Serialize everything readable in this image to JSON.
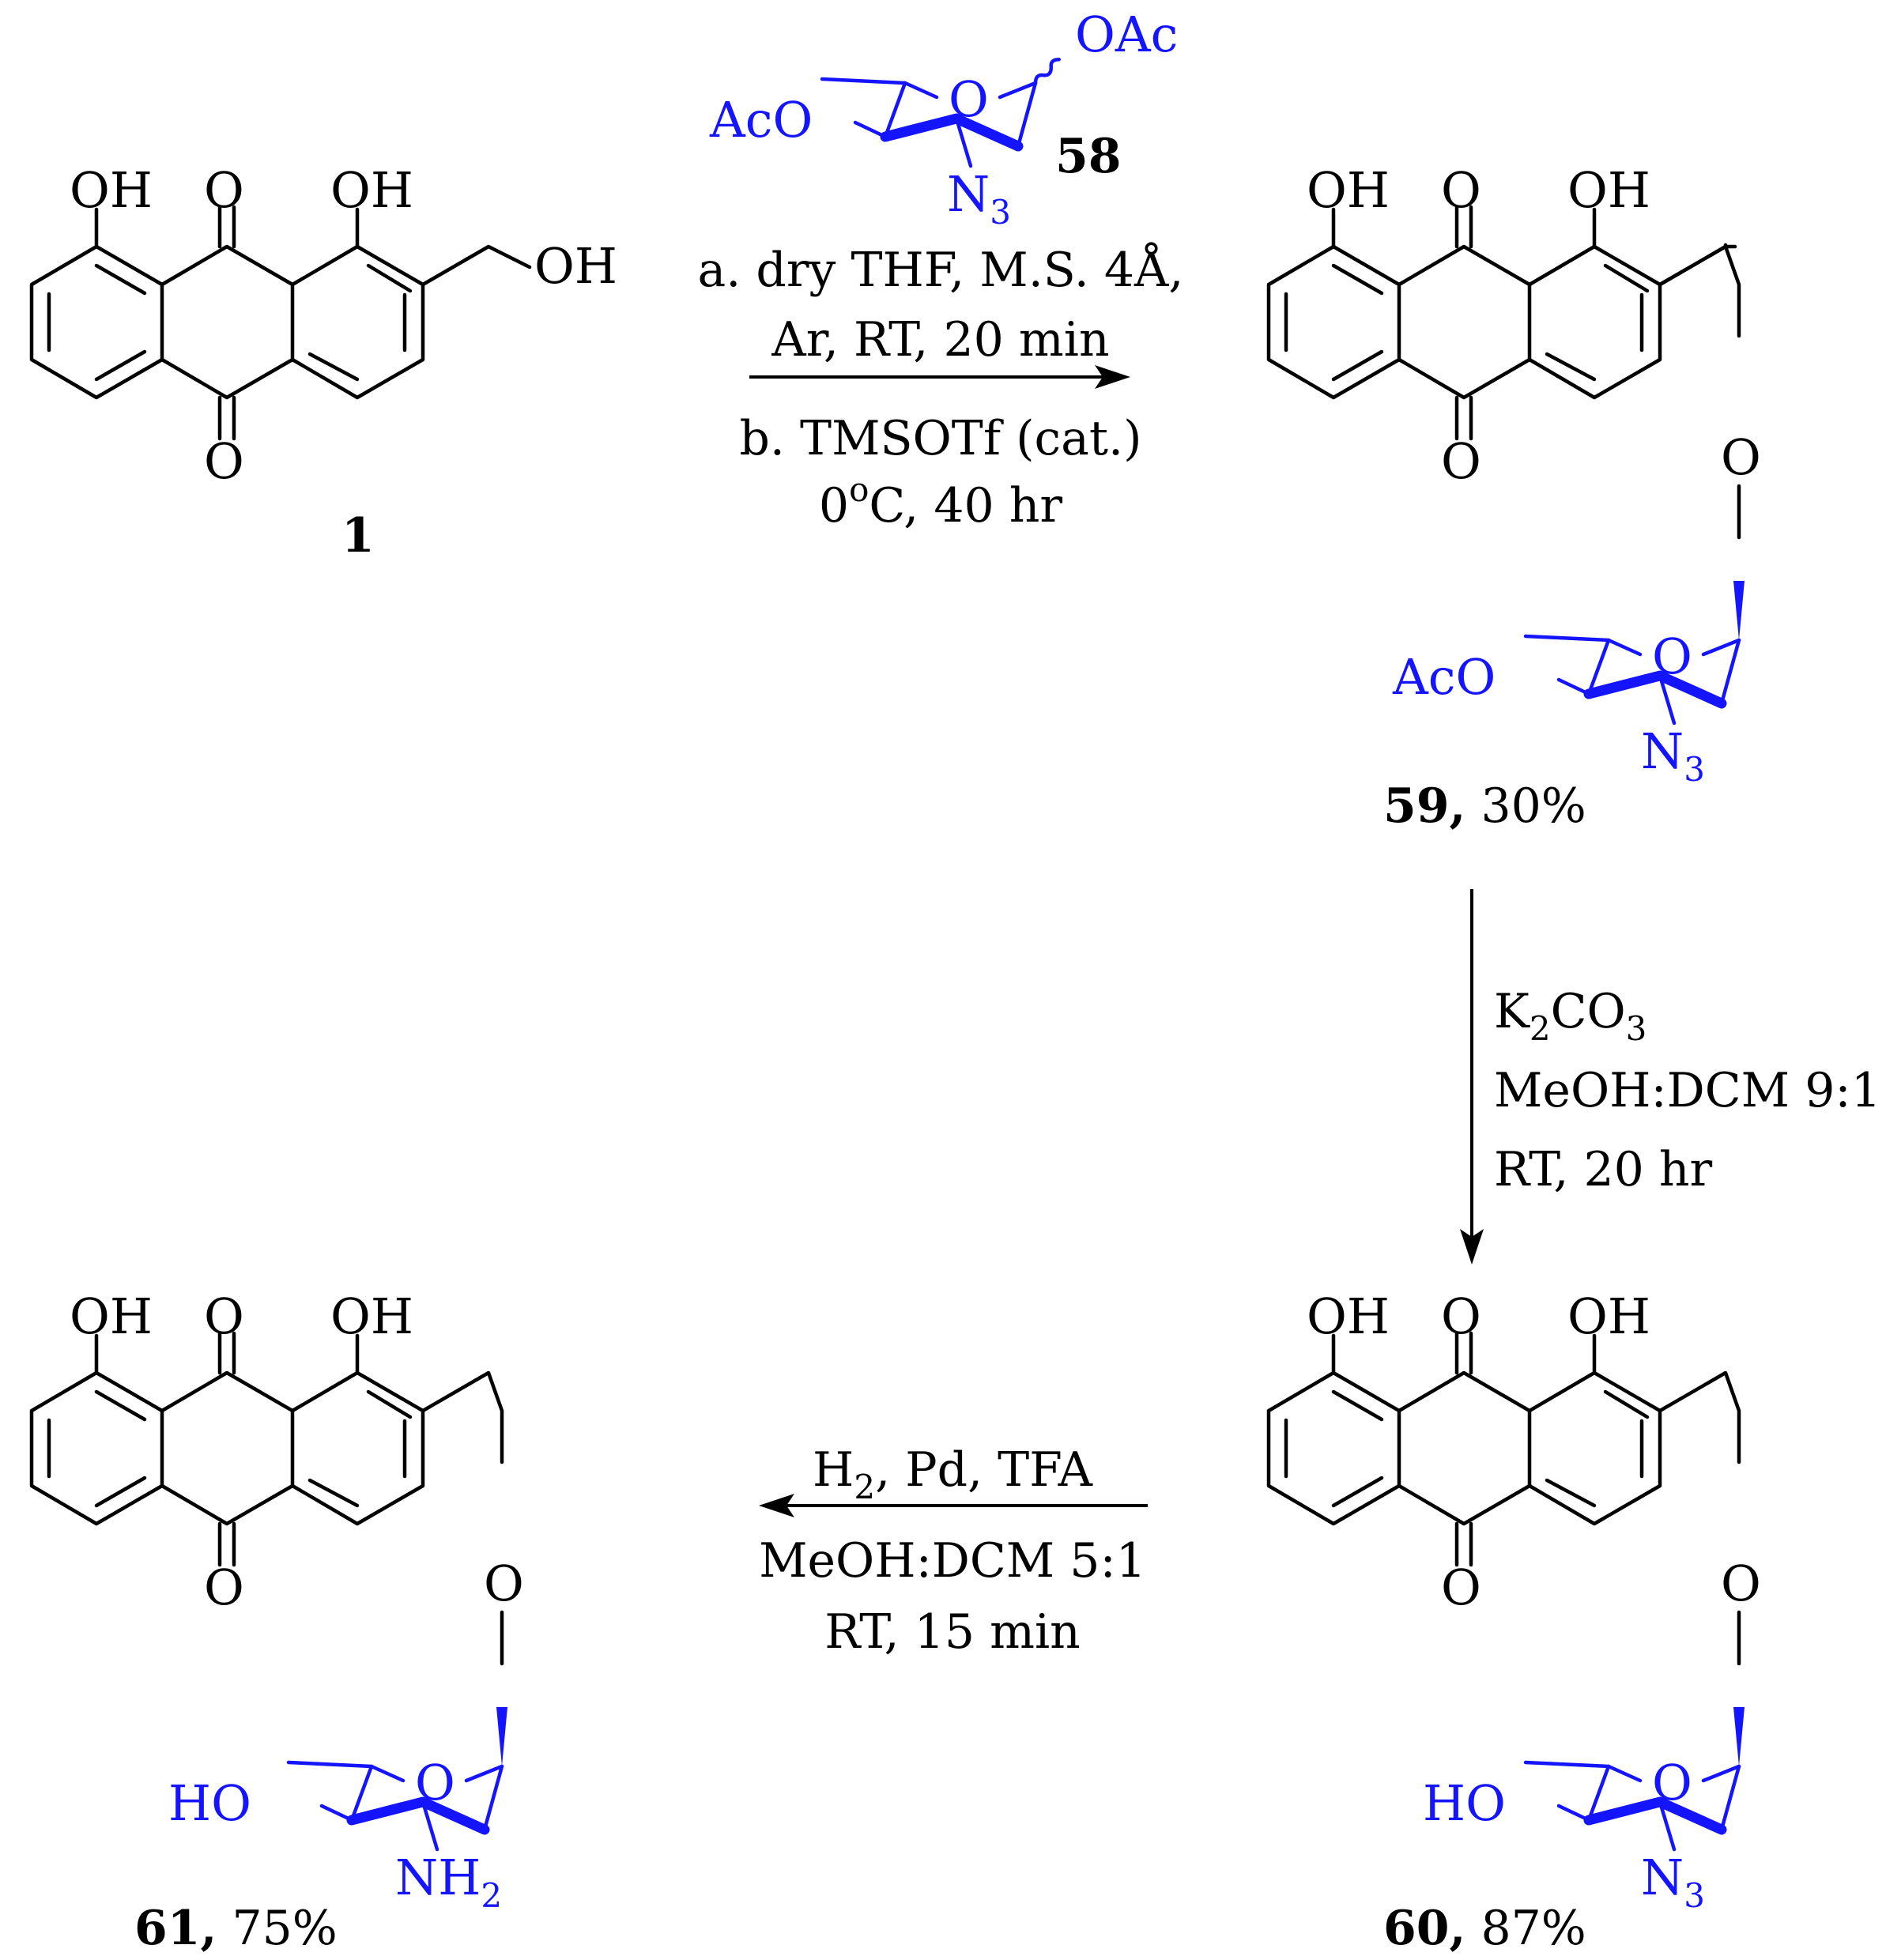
{
  "atoms": {
    "oh": "OH",
    "o": "O",
    "aco": "AcO",
    "oac": "OAc",
    "ho": "HO",
    "n": "N",
    "n3_sub": "3",
    "nh": "NH",
    "nh2_sub": "2"
  },
  "compounds": {
    "c1": {
      "number": "1"
    },
    "c58": {
      "number": "58"
    },
    "c59": {
      "number": "59,",
      "yield": " 30%"
    },
    "c60": {
      "number": "60,",
      "yield": " 87%"
    },
    "c61": {
      "number": "61,",
      "yield": " 75%"
    }
  },
  "step1": {
    "line1": "a. dry THF, M.S. 4Å,",
    "line2": "Ar, RT, 20 min",
    "line3": "b. TMSOTf (cat.)",
    "line4_pre": "0",
    "line4_sup": "o",
    "line4_post": "C, 40 hr"
  },
  "step2": {
    "line1_k": "K",
    "line1_sub1": "2",
    "line1_co": "CO",
    "line1_sub2": "3",
    "line2": "MeOH:DCM 9:1",
    "line3": "RT, 20 hr"
  },
  "step3": {
    "line1_h": "H",
    "line1_sub": "2",
    "line1_rest": ", Pd, TFA",
    "line2": "MeOH:DCM 5:1",
    "line3": "RT, 15 min"
  },
  "colors": {
    "sugar": "#1414ff",
    "ink": "#000000"
  }
}
